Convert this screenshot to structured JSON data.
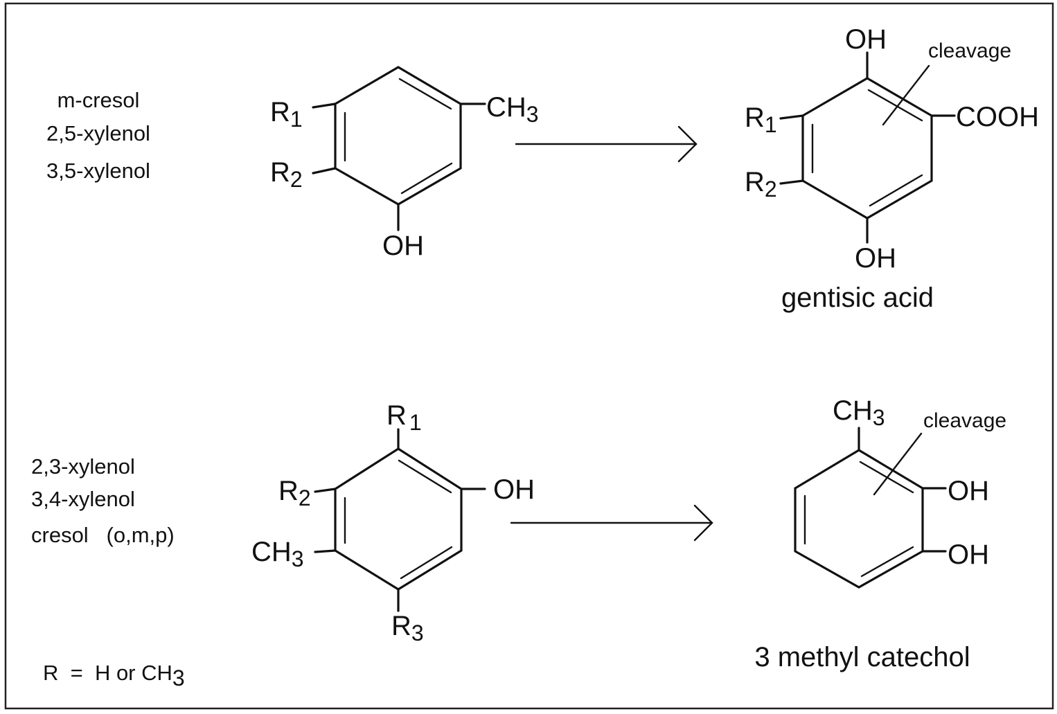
{
  "top": {
    "substrates": [
      "m-cresol",
      "2,5-xylenol",
      "3,5-xylenol"
    ],
    "reactant": {
      "r1": "R",
      "r1_sub": "1",
      "r2": "R",
      "r2_sub": "2",
      "ch": "CH",
      "ch_sub": "3",
      "oh": "OH"
    },
    "product": {
      "oh_top": "OH",
      "cleavage": "cleavage",
      "r1": "R",
      "r1_sub": "1",
      "r2": "R",
      "r2_sub": "2",
      "cooh": "COOH",
      "oh_bottom": "OH",
      "name": "gentisic acid"
    }
  },
  "bottom": {
    "substrates": [
      "2,3-xylenol",
      "3,4-xylenol",
      "cresol   (o,m,p)"
    ],
    "reactant": {
      "r1": "R",
      "r1_sub": "1",
      "oh": "OH",
      "r2": "R",
      "r2_sub": "2",
      "ch": "CH",
      "ch_sub": "3",
      "r3": "R",
      "r3_sub": "3"
    },
    "product": {
      "ch": "CH",
      "ch_sub": "3",
      "cleavage": "cleavage",
      "oh1": "OH",
      "oh2": "OH",
      "name": "3 methyl catechol"
    }
  },
  "note": {
    "text": "R  =  H or CH",
    "sub": "3"
  }
}
